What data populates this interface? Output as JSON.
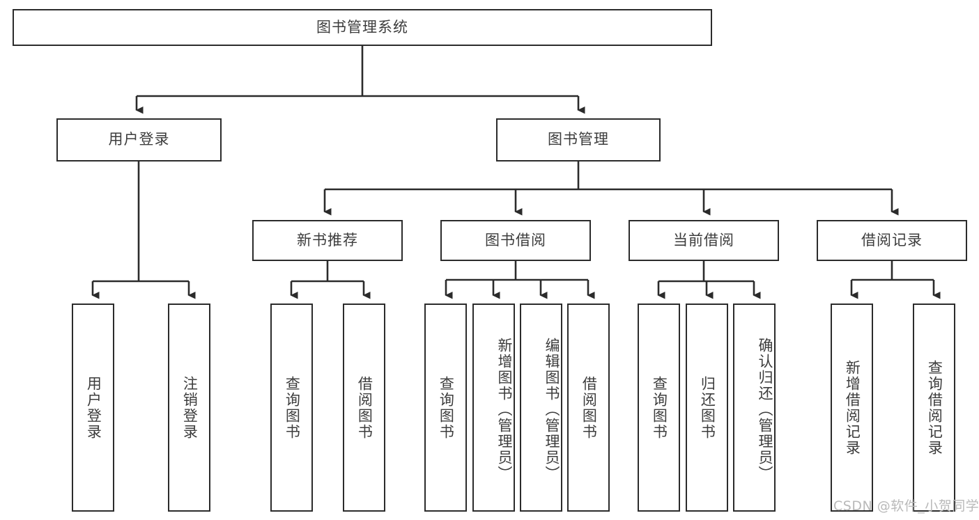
{
  "diagram": {
    "type": "hierarchy-tree",
    "title": "图书管理系统",
    "root": {
      "id": "root",
      "label": "图书管理系统"
    },
    "level2": [
      {
        "id": "user-login",
        "label": "用户登录"
      },
      {
        "id": "book-management",
        "label": "图书管理"
      }
    ],
    "level3": [
      {
        "id": "new-book-recommend",
        "label": "新书推荐",
        "parent": "book-management"
      },
      {
        "id": "book-borrow",
        "label": "图书借阅",
        "parent": "book-management"
      },
      {
        "id": "current-borrow",
        "label": "当前借阅",
        "parent": "book-management"
      },
      {
        "id": "borrow-record",
        "label": "借阅记录",
        "parent": "book-management"
      }
    ],
    "leaves": {
      "user-login": [
        {
          "id": "leaf-user-login",
          "label": "用户登录"
        },
        {
          "id": "leaf-user-logout",
          "label": "注销登录"
        }
      ],
      "new-book-recommend": [
        {
          "id": "leaf-query-book-1",
          "label": "查询图书"
        },
        {
          "id": "leaf-borrow-book-1",
          "label": "借阅图书"
        }
      ],
      "book-borrow": [
        {
          "id": "leaf-query-book-2",
          "label": "查询图书"
        },
        {
          "id": "leaf-add-book",
          "label": "新增图书（管理员）"
        },
        {
          "id": "leaf-edit-book",
          "label": "编辑图书（管理员）"
        },
        {
          "id": "leaf-borrow-book-2",
          "label": "借阅图书"
        }
      ],
      "current-borrow": [
        {
          "id": "leaf-query-book-3",
          "label": "查询图书"
        },
        {
          "id": "leaf-return-book",
          "label": "归还图书"
        },
        {
          "id": "leaf-confirm-return",
          "label": "确认归还（管理员）"
        }
      ],
      "borrow-record": [
        {
          "id": "leaf-add-record",
          "label": "新增借阅记录"
        },
        {
          "id": "leaf-query-record",
          "label": "查询借阅记录"
        }
      ]
    }
  },
  "watermark": {
    "text": "CSDN @软件_小贺同学"
  },
  "colors": {
    "stroke": "#2b2b2b",
    "text": "#3c3c3c",
    "background": "#ffffff",
    "watermark": "#b9b9b9"
  }
}
